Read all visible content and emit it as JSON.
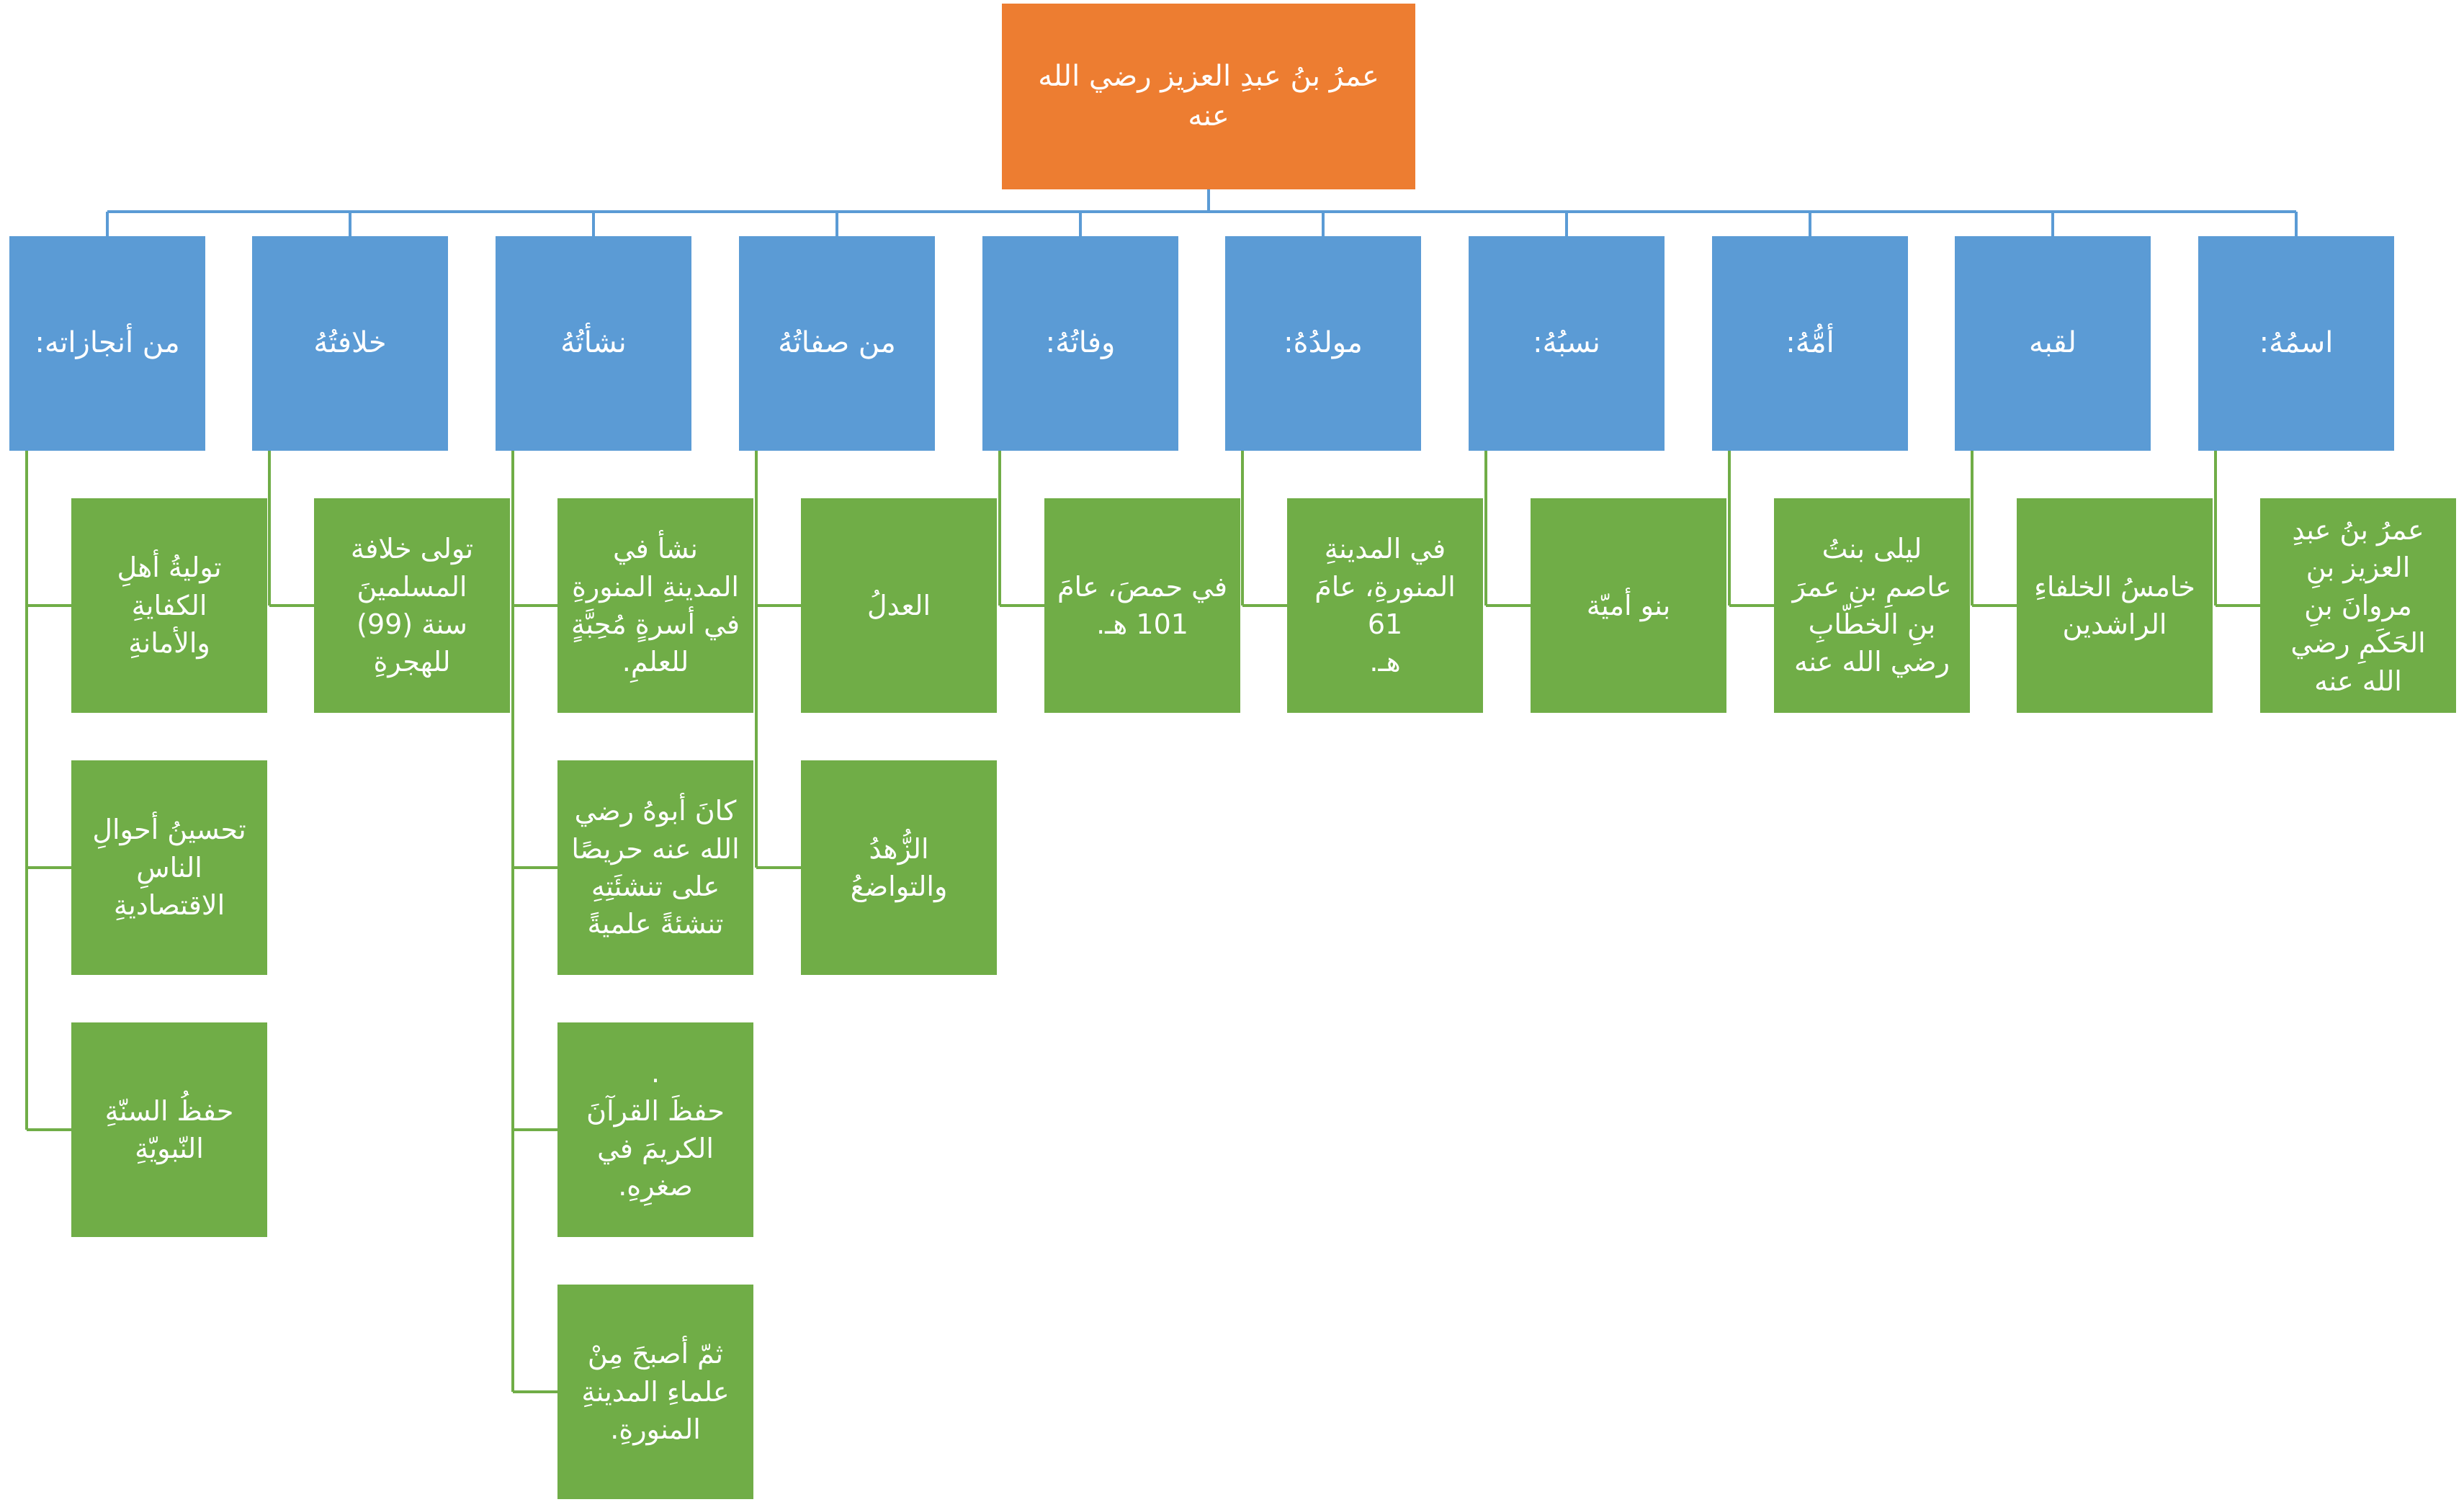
{
  "root": {
    "label": "عمرُ بنُ عبدِ العزيز رضي الله\nعنه"
  },
  "colors": {
    "root": "#ED7D31",
    "category": "#5B9BD5",
    "leaf": "#70AD47",
    "connector": "#5B9BD5",
    "leaf_connector": "#70AD47"
  },
  "categories": [
    {
      "label": "اسمُهُ:",
      "items": [
        "عمرُ بنُ عبدِ\nالعزيز بنِ\nمروانَ بنِ\nالحَكَمِ رضي\nالله عنه"
      ]
    },
    {
      "label": "لقبه",
      "items": [
        "خامسُ الخلفاءِ\nالراشدين"
      ]
    },
    {
      "label": "أمُّهُ:",
      "items": [
        "ليلى بنتُ\nعاصمِ بنِ عمرَ\nبنِ الخطّابِ\nرضي الله عنه"
      ]
    },
    {
      "label": "نسبُهُ:",
      "items": [
        "بنو أميّة"
      ]
    },
    {
      "label": "مولدُهُ:",
      "items": [
        "في المدينةِ\nالمنورةِ، عامَ 61\nهـ."
      ]
    },
    {
      "label": "وفاتُهُ:",
      "items": [
        "في حمصَ، عامَ\n101 هـ."
      ]
    },
    {
      "label": "من صفاتُهُ",
      "items": [
        "العدلُ",
        "الزُّهدُ\nوالتواضعُ"
      ]
    },
    {
      "label": "نشأتُهُ",
      "items": [
        "نشأ في\nالمدينةِ المنورةِ\nفي أسرةٍ مُحِبَّةٍ\nللعلمِ.",
        "كانَ أبوهُ رضي\nالله عنه حريصًا\nعلى تنشئَتِهِ\nتنشئةً علميةً",
        ".\nحفظَ القرآنَ\nالكريمَ في\nصغرِهِ.",
        "ثمّ أصبحَ مِنْ\nعلماءِ المدينةِ\nالمنورةِ."
      ]
    },
    {
      "label": "خلافتُهُ",
      "items": [
        "تولى خلافة\nالمسلمينَ\nسنة (99)\nللهجرةِ"
      ]
    },
    {
      "label": "من أنجازاته:",
      "items": [
        "توليةُ أهلِ\nالكفايةِ\nوالأمانةِ",
        "تحسينُ أحوالِ\nالناسِ\nالاقتصاديةِ",
        "حفظُ السنّةِ\nالنّبويّةِ"
      ]
    }
  ]
}
